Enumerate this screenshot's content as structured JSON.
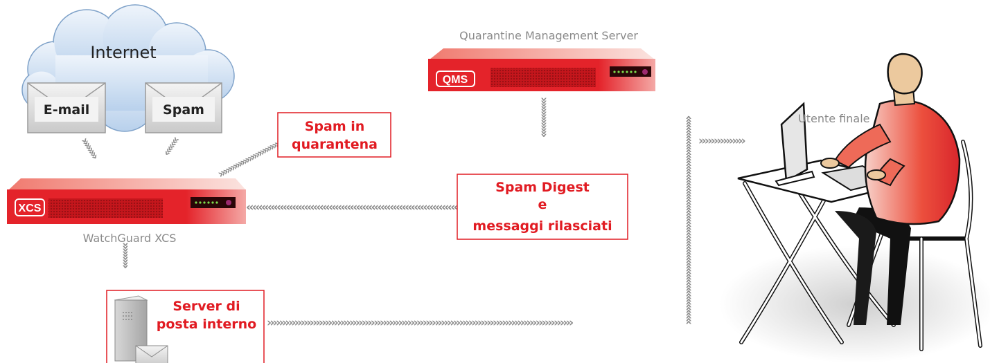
{
  "internet": {
    "label": "Internet",
    "email_label": "E-mail",
    "spam_label": "Spam"
  },
  "xcs": {
    "badge": "XCS",
    "caption": "WatchGuard XCS"
  },
  "qms": {
    "badge": "QMS",
    "caption": "Quarantine Management Server"
  },
  "callouts": {
    "quarantine": [
      "Spam in",
      "quarantena"
    ],
    "digest": [
      "Spam Digest",
      "e",
      "messaggi rilasciati"
    ],
    "mail_server": [
      "Server di",
      "posta interno"
    ]
  },
  "user": {
    "label": "Utente finale"
  },
  "colors": {
    "accent": "#e11b22",
    "appliance": "#d9262c",
    "connector": "#8c8c8c",
    "cloud": "#c9ddf2"
  }
}
